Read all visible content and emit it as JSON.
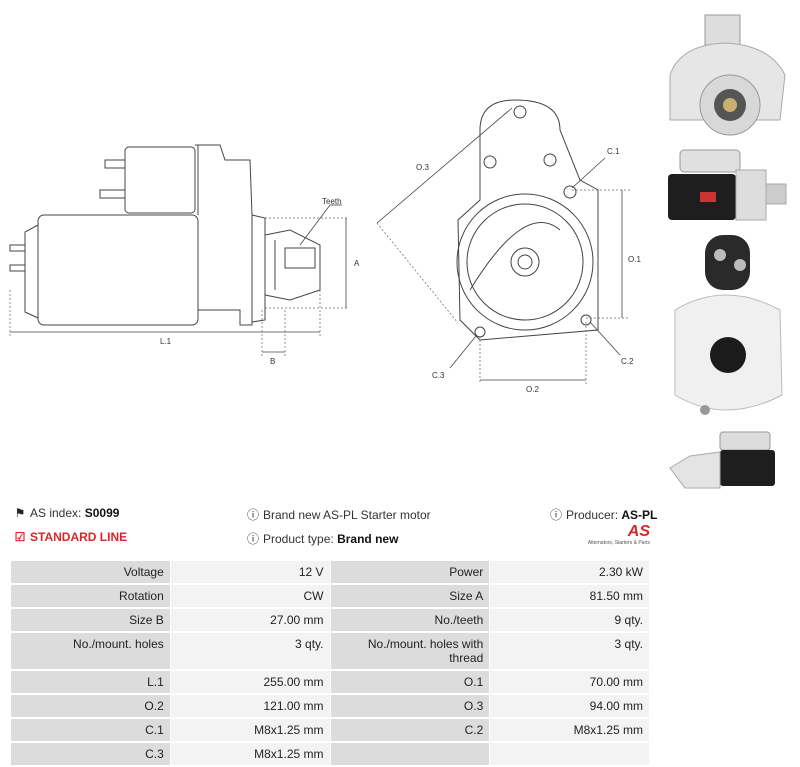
{
  "drawing_labels": {
    "teeth": "Teeth",
    "a": "A",
    "b": "B",
    "l1": "L.1",
    "o3": "O.3",
    "o1": "O.1",
    "o2": "O.2",
    "c1": "C.1",
    "c2": "C.2",
    "c3": "C.3"
  },
  "header": {
    "as_index_label": "AS index:",
    "as_index_value": "S0099",
    "standard_line": "STANDARD LINE",
    "brand_new_text": "Brand new AS-PL Starter motor",
    "product_type_label": "Product type:",
    "product_type_value": "Brand new",
    "producer_label": "Producer:",
    "producer_value": "AS-PL",
    "logo_text": "AS",
    "logo_subtext": "Alternators, Starters & Parts"
  },
  "specs": [
    [
      "Voltage",
      "12 V",
      "Power",
      "2.30 kW"
    ],
    [
      "Rotation",
      "CW",
      "Size A",
      "81.50 mm"
    ],
    [
      "Size B",
      "27.00 mm",
      "No./teeth",
      "9 qty."
    ],
    [
      "No./mount. holes",
      "3 qty.",
      "No./mount. holes with thread",
      "3 qty."
    ],
    [
      "L.1",
      "255.00 mm",
      "O.1",
      "70.00 mm"
    ],
    [
      "O.2",
      "121.00 mm",
      "O.3",
      "94.00 mm"
    ],
    [
      "C.1",
      "M8x1.25 mm",
      "C.2",
      "M8x1.25 mm"
    ],
    [
      "C.3",
      "M8x1.25 mm",
      "",
      ""
    ]
  ],
  "icons": {
    "tag": "tag-icon",
    "info": "info-icon",
    "check": "checkbox-icon"
  }
}
